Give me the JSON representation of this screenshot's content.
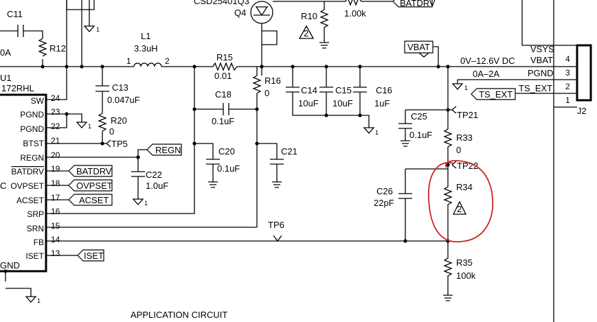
{
  "caption": "APPLICATION CIRCUIT",
  "ic": {
    "designator": "U1",
    "part_fragment": "172RHL",
    "pins": [
      {
        "num": "24",
        "name": "SW"
      },
      {
        "num": "23",
        "name": "PGND"
      },
      {
        "num": "22",
        "name": "PGND"
      },
      {
        "num": "21",
        "name": "BTST"
      },
      {
        "num": "20",
        "name": "REGN"
      },
      {
        "num": "19",
        "name": "BATDRV"
      },
      {
        "num": "18",
        "name": "OVPSET"
      },
      {
        "num": "17",
        "name": "ACSET"
      },
      {
        "num": "16",
        "name": "SRP"
      },
      {
        "num": "15",
        "name": "SRN"
      },
      {
        "num": "14",
        "name": "FB"
      },
      {
        "num": "13",
        "name": "ISET"
      }
    ],
    "gnd_label": "GND",
    "left_fragment": "C"
  },
  "components": {
    "c11": "C11",
    "r12": "R12",
    "left_current_fragment": "0A",
    "l1": {
      "name": "L1",
      "value": "3.3uH",
      "pin1": "1",
      "pin2": "2"
    },
    "c13": {
      "name": "C13",
      "value": "0.047uF"
    },
    "r20": {
      "name": "R20",
      "value": "0"
    },
    "r15": {
      "name": "R15",
      "value": "0.01"
    },
    "r16": {
      "name": "R16",
      "value": "0"
    },
    "c18": {
      "name": "C18",
      "value": "0.1uF"
    },
    "c20": {
      "name": "C20",
      "value": "0.1uF"
    },
    "c21": {
      "name": "C21"
    },
    "c14": {
      "name": "C14",
      "value": "10uF"
    },
    "c15": {
      "name": "C15",
      "value": "10uF"
    },
    "c16": {
      "name": "C16",
      "value": "1uF"
    },
    "c22": {
      "name": "C22",
      "value": "1.0uF"
    },
    "c25": {
      "name": "C25",
      "value": "0.1uF"
    },
    "r33": {
      "name": "R33",
      "value": "0"
    },
    "r34": {
      "name": "R34",
      "value": "2"
    },
    "c26": {
      "name": "C26",
      "value": "22pF"
    },
    "r35": {
      "name": "R35",
      "value": "100k"
    },
    "q4": {
      "name": "Q4",
      "part_fragment": "CSD25401Q3"
    },
    "r10": {
      "name": "R10",
      "value": "2"
    },
    "top_resistor_value": "1.00k"
  },
  "net_labels": {
    "batdrv_top": "BATDRV",
    "vbat": "VBAT",
    "regn": "REGN",
    "batdrv": "BATDRV",
    "ovpset": "OVPSET",
    "acset": "ACSET",
    "iset": "ISET",
    "ts_ext": "TS_EXT"
  },
  "test_points": {
    "tp5": "TP5",
    "tp6": "TP6",
    "tp21": "TP21",
    "tp22": "TP22"
  },
  "connector": {
    "name": "J2",
    "pins": [
      {
        "num": "4",
        "label": "VBAT",
        "top": "VSYS"
      },
      {
        "num": "3",
        "label": "PGND"
      },
      {
        "num": "2",
        "label": "TS_EXT"
      },
      {
        "num": "1",
        "label": ""
      }
    ],
    "vbat_range": "0V–12.6V DC",
    "current_range": "0A–2A"
  },
  "ground_marker": "1"
}
